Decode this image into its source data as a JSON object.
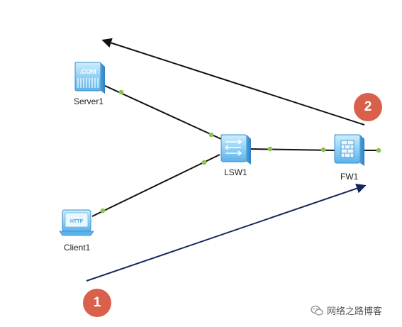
{
  "nodes": {
    "server1": {
      "label": "Server1",
      "icon": "server-com-icon",
      "icon_text": ".COM"
    },
    "client1": {
      "label": "Client1",
      "icon": "http-client-icon",
      "icon_text": "HTTP"
    },
    "lsw1": {
      "label": "LSW1",
      "icon": "switch-icon"
    },
    "fw1": {
      "label": "FW1",
      "icon": "firewall-icon"
    }
  },
  "steps": {
    "step1": "1",
    "step2": "2"
  },
  "watermark": {
    "text": "网络之路博客",
    "icon": "wechat-icon"
  },
  "colors": {
    "link": "#111111",
    "port": "#8bc34a",
    "arrow1": "#13285a",
    "arrow2": "#111111",
    "badge": "#d9604a"
  }
}
